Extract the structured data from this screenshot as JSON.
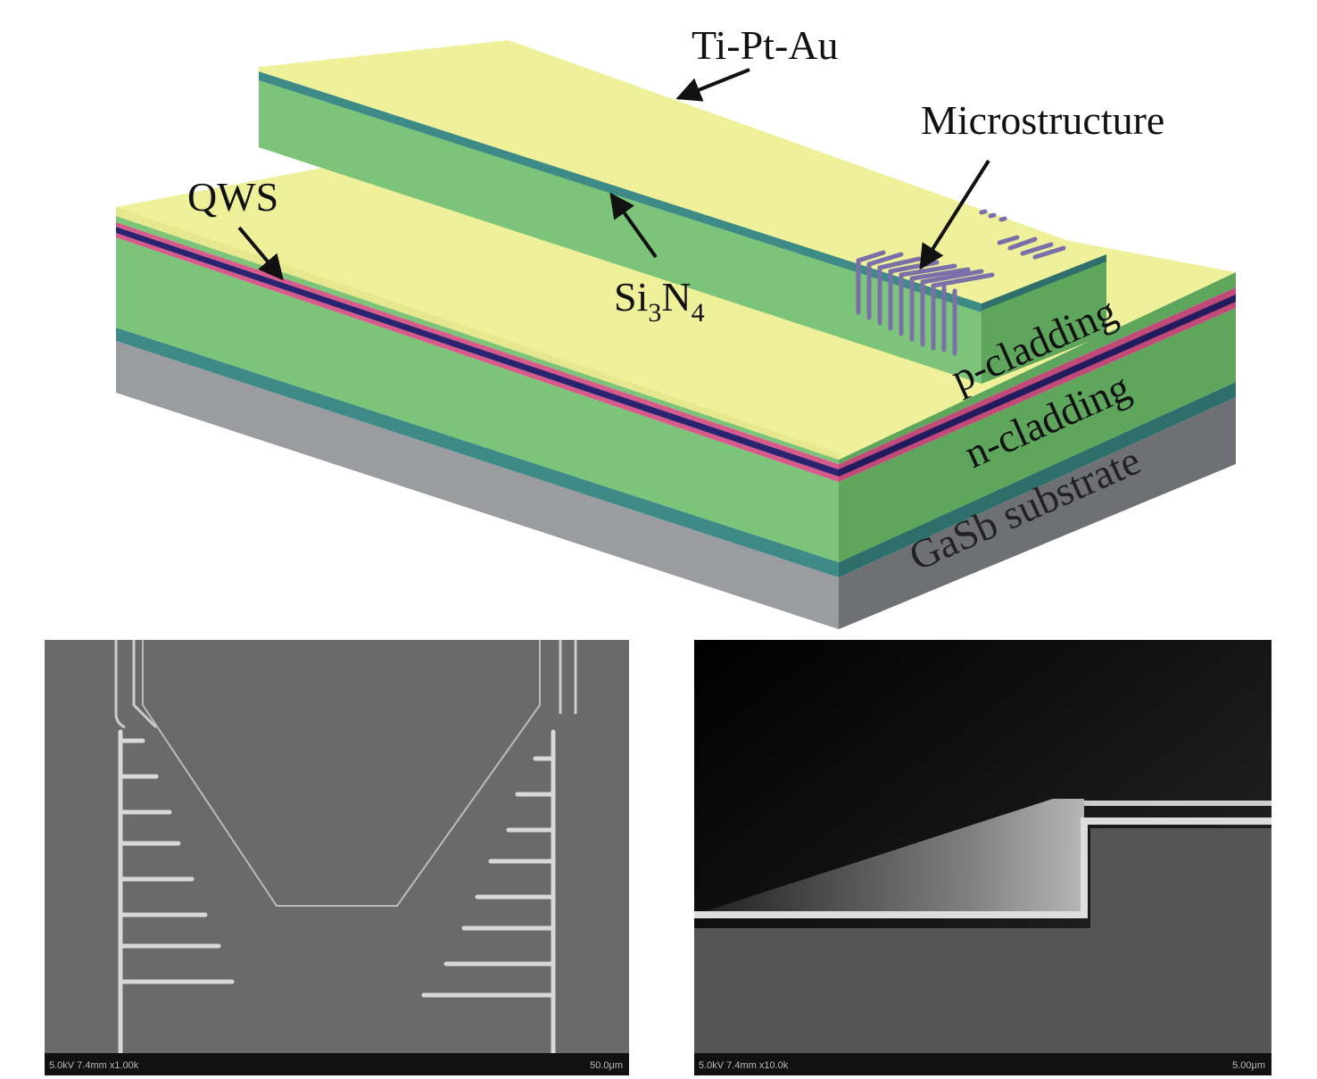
{
  "schematic": {
    "labels": {
      "metal": "Ti-Pt-Au",
      "microstructure": "Microstructure",
      "qws": "QWS",
      "passivation_main": "Si",
      "passivation_sub1": "3",
      "passivation_mid": "N",
      "passivation_sub2": "4",
      "p_cladding": "p-cladding",
      "n_cladding": "n-cladding",
      "substrate": "GaSb substrate"
    },
    "colors": {
      "metal": "#eef09a",
      "cladding": "#7cc47a",
      "si3n4": "#3d8a86",
      "qws_pink": "#d85a8a",
      "qws_navy": "#2a2370",
      "substrate": "#9a9ca0"
    }
  },
  "sem_left": {
    "info": "5.0kV 7.4mm x1.00k",
    "scale": "50.0μm"
  },
  "sem_right": {
    "info": "5.0kV 7.4mm x10.0k",
    "scale": "5.00μm"
  }
}
